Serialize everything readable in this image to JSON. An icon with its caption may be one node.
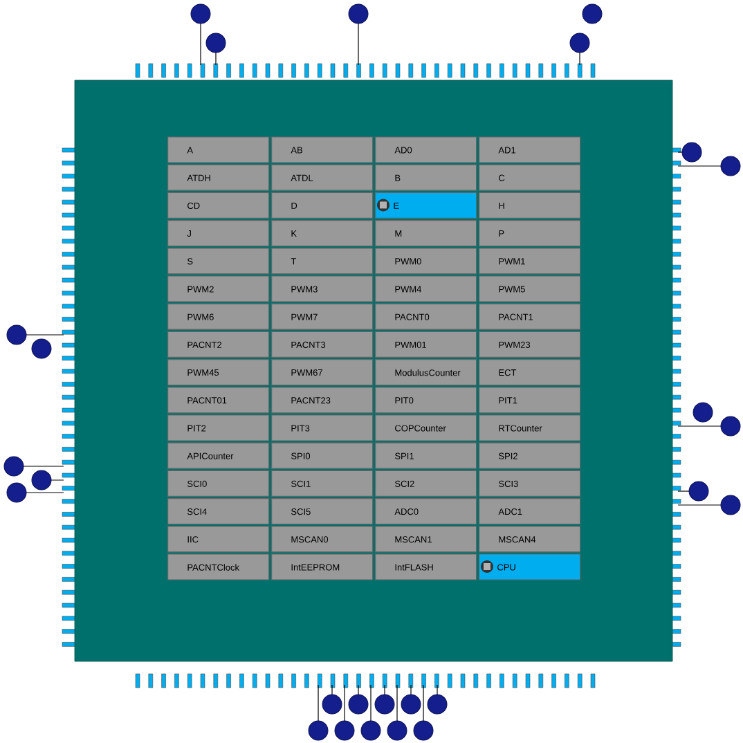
{
  "diagram": {
    "nodes": [
      {
        "text": [],
        "shape": "box"
      },
      {
        "text": [
          "A"
        ],
        "in": 0
      },
      {
        "text": [
          "AB"
        ],
        "in": 0
      },
      {
        "text": [
          "AD0"
        ],
        "in": 0
      },
      {
        "text": [
          "AD1"
        ],
        "in": 0
      },
      {
        "text": [
          "ATDH"
        ],
        "in": 0
      },
      {
        "text": [
          "ATDL"
        ],
        "in": 0
      },
      {
        "text": [
          "B"
        ],
        "in": 0
      },
      {
        "text": [
          "C"
        ],
        "in": 0
      },
      {
        "text": [
          "CD"
        ],
        "in": 0
      },
      {
        "text": [
          "D"
        ],
        "in": 0
      },
      {
        "text": [
          "E"
        ],
        "in": 0
      },
      {
        "text": [
          "H"
        ],
        "in": 0
      },
      {
        "text": [
          "J"
        ],
        "in": 0
      },
      {
        "text": [
          "K"
        ],
        "in": 0
      },
      {
        "text": [
          "M"
        ],
        "in": 0
      },
      {
        "text": [
          "P"
        ],
        "in": 0
      },
      {
        "text": [
          "S"
        ],
        "in": 0
      },
      {
        "text": [
          "T"
        ],
        "in": 0
      },
      {
        "text": [
          "PWM0"
        ],
        "in": 0
      },
      {
        "text": [
          "PWM1"
        ],
        "in": 0
      },
      {
        "text": [
          "PWM2"
        ],
        "in": 0
      },
      {
        "text": [
          "PWM3"
        ],
        "in": 0
      },
      {
        "text": [
          "PWM4"
        ],
        "in": 0
      },
      {
        "text": [
          "PWM5"
        ],
        "in": 0
      },
      {
        "text": [
          "PWM6"
        ],
        "in": 0
      },
      {
        "text": [
          "PWM7"
        ],
        "in": 0
      },
      {
        "text": [
          "PACNT0"
        ],
        "in": 0
      },
      {
        "text": [
          "PACNT1"
        ],
        "in": 0
      },
      {
        "text": [
          "PACNT2"
        ],
        "in": 0
      },
      {
        "text": [
          "PACNT3"
        ],
        "in": 0
      },
      {
        "text": [
          "PWM01"
        ],
        "in": 0
      },
      {
        "text": [
          "PWM23"
        ],
        "in": 0
      },
      {
        "text": [
          "PWM45"
        ],
        "in": 0
      },
      {
        "text": [
          "PWM67"
        ],
        "in": 0
      },
      {
        "text": [
          "ModulusCounter"
        ],
        "in": 0
      },
      {
        "text": [
          "ECT"
        ],
        "in": 0
      },
      {
        "text": [
          "PACNT01"
        ],
        "in": 0
      },
      {
        "text": [
          "PACNT23"
        ],
        "in": 0
      },
      {
        "text": [
          "PIT0"
        ],
        "in": 0
      },
      {
        "text": [
          "PIT1"
        ],
        "in": 0
      },
      {
        "text": [
          "PIT2"
        ],
        "in": 0
      },
      {
        "text": [
          "PIT3"
        ],
        "in": 0
      },
      {
        "text": [
          "COPCounter"
        ],
        "in": 0
      },
      {
        "text": [
          "RTCounter"
        ],
        "in": 0
      },
      {
        "text": [
          "APICounter"
        ],
        "in": 0
      },
      {
        "text": [
          "SPI0"
        ],
        "in": 0
      },
      {
        "text": [
          "SPI1"
        ],
        "in": 0
      },
      {
        "text": [
          "SPI2"
        ],
        "in": 0
      },
      {
        "text": [
          "SCI0"
        ],
        "in": 0
      },
      {
        "text": [
          "SCI1"
        ],
        "in": 0
      },
      {
        "text": [
          "SCI2"
        ],
        "in": 0
      },
      {
        "text": [
          "SCI3"
        ],
        "in": 0
      },
      {
        "text": [
          "SCI4"
        ],
        "in": 0
      },
      {
        "text": [
          "SCI5"
        ],
        "in": 0
      },
      {
        "text": [
          "ADC0"
        ],
        "in": 0
      },
      {
        "text": [
          "ADC1"
        ],
        "in": 0
      },
      {
        "text": [
          "IIC"
        ],
        "in": 0
      },
      {
        "text": [
          "MSCAN0"
        ],
        "in": 0
      },
      {
        "text": [
          "MSCAN1"
        ],
        "in": 0
      },
      {
        "text": [
          "MSCAN4"
        ],
        "in": 0
      },
      {
        "text": [
          "PACNTClock"
        ],
        "in": 0
      },
      {
        "text": [
          "IntEEPROM"
        ],
        "in": 0
      },
      {
        "text": [
          "IntFLASH"
        ],
        "in": 0
      },
      {
        "text": [
          "CPU"
        ],
        "in": 0
      }
    ]
  }
}
